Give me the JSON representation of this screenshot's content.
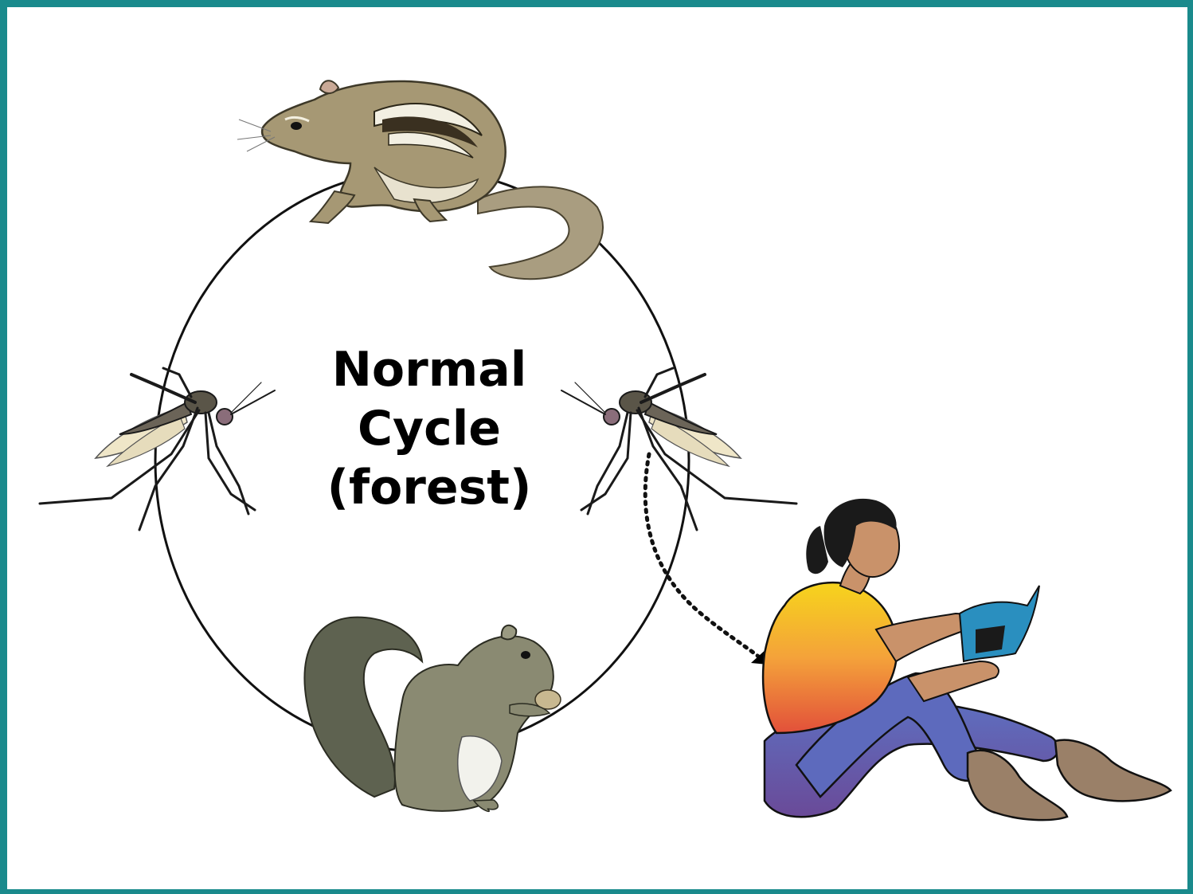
{
  "diagram": {
    "title_lines": [
      "Normal",
      "Cycle",
      "(forest)"
    ],
    "nodes": [
      {
        "id": "chipmunk",
        "icon": "chipmunk-icon"
      },
      {
        "id": "mosquito-left",
        "icon": "mosquito-icon"
      },
      {
        "id": "mosquito-right",
        "icon": "mosquito-icon"
      },
      {
        "id": "squirrel",
        "icon": "squirrel-icon"
      },
      {
        "id": "human",
        "icon": "person-reading-icon"
      }
    ],
    "colors": {
      "frame": "#1a8a8c",
      "background": "#ffffff",
      "cycle_line": "#000000",
      "rodent_fur": "#a89b7a",
      "squirrel_fur": "#7d7e6a",
      "shirt_top": "#f5d21a",
      "shirt_bottom": "#e05a2a",
      "jeans": "#5a60b0",
      "boots": "#9a8068",
      "book": "#2a8fbf"
    }
  }
}
